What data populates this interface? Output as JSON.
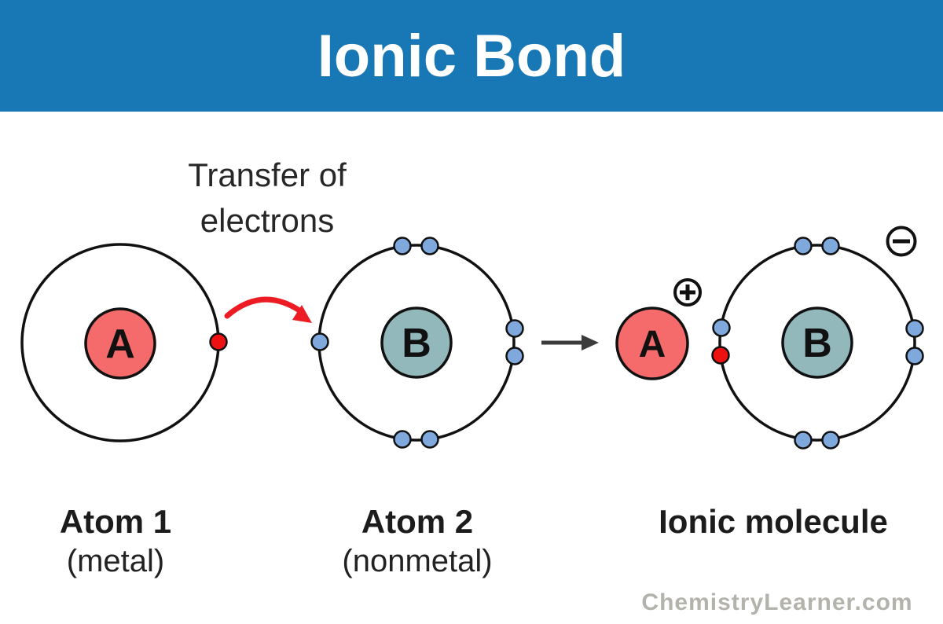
{
  "header": {
    "title": "Ionic Bond"
  },
  "transfer_label": {
    "line1": "Transfer of",
    "line2": "electrons"
  },
  "atom1": {
    "symbol": "A",
    "label": "Atom 1",
    "sublabel": "(metal)"
  },
  "atom2": {
    "symbol": "B",
    "label": "Atom 2",
    "sublabel": "(nonmetal)"
  },
  "ionic_molecule": {
    "label": "Ionic molecule",
    "cation_symbol": "A",
    "anion_symbol": "B",
    "cation_charge_icon": "plus-in-circle",
    "anion_charge_icon": "minus-in-circle"
  },
  "watermark": {
    "text": "ChemistryLearner.com"
  },
  "colors": {
    "header_bg": "#1878B5",
    "header_text": "#FFFFFF",
    "nucleus_a": "#F56B6B",
    "nucleus_b": "#93B8BB",
    "electron_blue": "#7FA8DC",
    "electron_red": "#EE1111",
    "transfer_arrow_red": "#ED1C24",
    "reaction_arrow_gray": "#3C3C3C",
    "outline_black": "#111111",
    "watermark_gray": "#B3B3AB"
  }
}
